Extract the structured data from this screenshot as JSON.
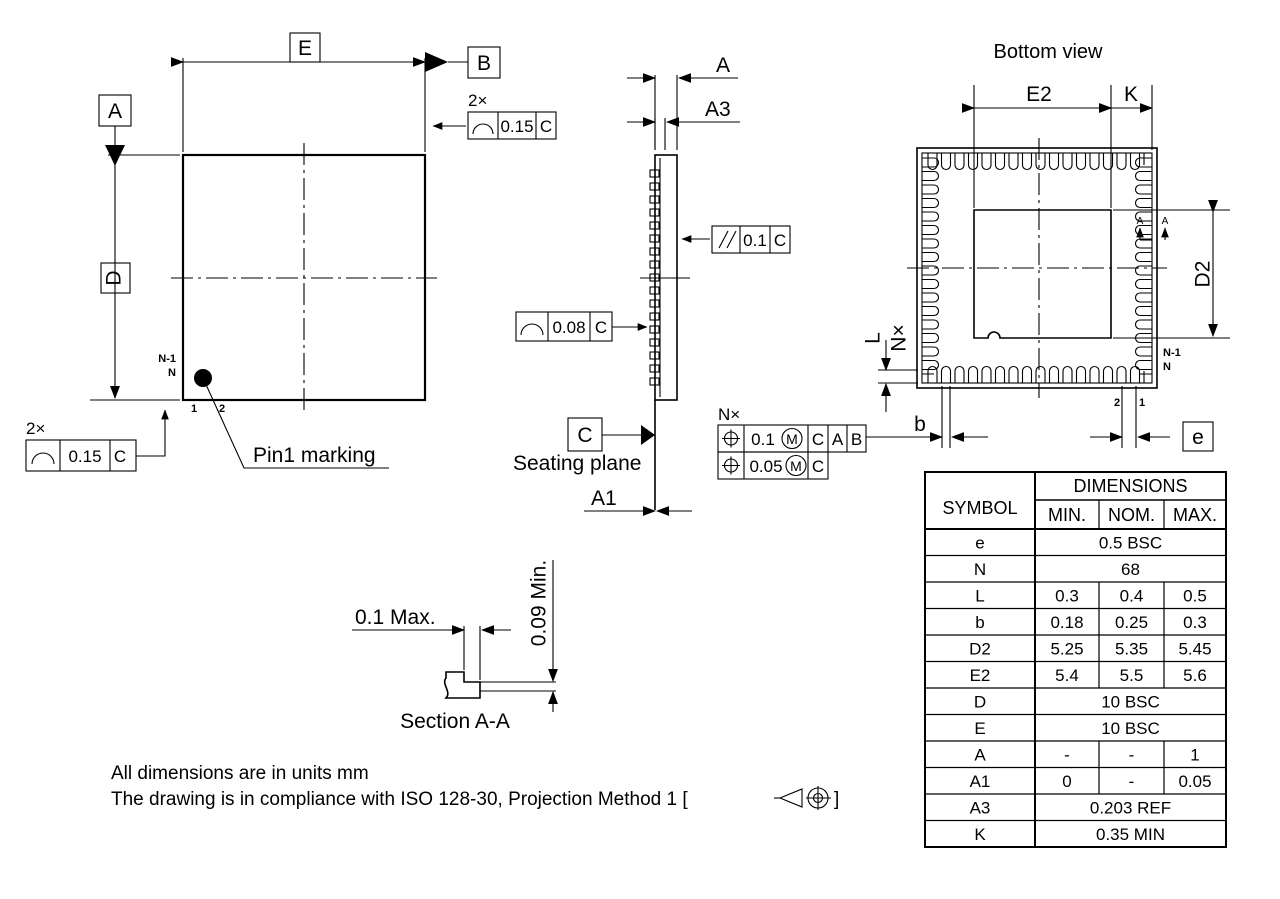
{
  "drawing": {
    "notes": [
      "All dimensions are in units mm",
      "The drawing is in compliance with ISO 128-30, Projection Method 1 ["
    ],
    "note_bracket_close": "]",
    "section_label": "Section A-A",
    "bottom_view_title": "Bottom view",
    "seating_plane_label": "Seating plane",
    "pin1_label": "Pin1 marking"
  },
  "top_view": {
    "datum_a": "A",
    "datum_b": "B",
    "dim_e": "E",
    "dim_d": "D",
    "pin_n_minus_1": "N-1",
    "pin_n": "N",
    "pin_1": "1",
    "pin_2": "2",
    "fcf_top": {
      "multiplier": "2×",
      "symbol": "profile-surface",
      "tolerance": "0.15",
      "datum": "C"
    },
    "fcf_left": {
      "multiplier": "2×",
      "symbol": "profile-surface",
      "tolerance": "0.15",
      "datum": "C"
    }
  },
  "side_view": {
    "dim_a": "A",
    "dim_a3": "A3",
    "dim_a1": "A1",
    "datum_c": "C",
    "fcf_parallel": {
      "symbol": "parallelism",
      "tolerance": "0.1",
      "datum": "C"
    },
    "fcf_profile": {
      "symbol": "profile-surface",
      "tolerance": "0.08",
      "datum": "C"
    },
    "fcf_position": {
      "multiplier": "N×",
      "row1": {
        "symbol": "position",
        "tolerance": "0.1",
        "modifier": "M",
        "datums": [
          "C",
          "A",
          "B"
        ]
      },
      "row2": {
        "symbol": "position",
        "tolerance": "0.05",
        "modifier": "M",
        "datums": [
          "C"
        ]
      }
    }
  },
  "bottom_view": {
    "dim_e2": "E2",
    "dim_k": "K",
    "dim_d2": "D2",
    "dim_l": "L",
    "dim_nx": "N×",
    "dim_b": "b",
    "dim_e": "e",
    "section_arrow_left": "A",
    "section_arrow_right": "A",
    "pin_n_minus_1": "N-1",
    "pin_n": "N",
    "pin_1": "1",
    "pin_2": "2",
    "pads_per_edge": 17
  },
  "section_detail": {
    "horizontal_dim": "0.1 Max.",
    "vertical_dim": "0.09 Min."
  },
  "table": {
    "col_symbol": "SYMBOL",
    "col_dimensions": "DIMENSIONS",
    "col_min": "MIN.",
    "col_nom": "NOM.",
    "col_max": "MAX.",
    "rows": [
      {
        "symbol": "e",
        "span": "0.5 BSC"
      },
      {
        "symbol": "N",
        "span": "68"
      },
      {
        "symbol": "L",
        "min": "0.3",
        "nom": "0.4",
        "max": "0.5"
      },
      {
        "symbol": "b",
        "min": "0.18",
        "nom": "0.25",
        "max": "0.3"
      },
      {
        "symbol": "D2",
        "min": "5.25",
        "nom": "5.35",
        "max": "5.45"
      },
      {
        "symbol": "E2",
        "min": "5.4",
        "nom": "5.5",
        "max": "5.6"
      },
      {
        "symbol": "D",
        "span": "10 BSC"
      },
      {
        "symbol": "E",
        "span": "10 BSC"
      },
      {
        "symbol": "A",
        "min": "-",
        "nom": "-",
        "max": "1"
      },
      {
        "symbol": "A1",
        "min": "0",
        "nom": "-",
        "max": "0.05"
      },
      {
        "symbol": "A3",
        "span": "0.203 REF"
      },
      {
        "symbol": "K",
        "span": "0.35 MIN"
      }
    ]
  },
  "colors": {
    "line": "#000000",
    "background": "#ffffff"
  }
}
